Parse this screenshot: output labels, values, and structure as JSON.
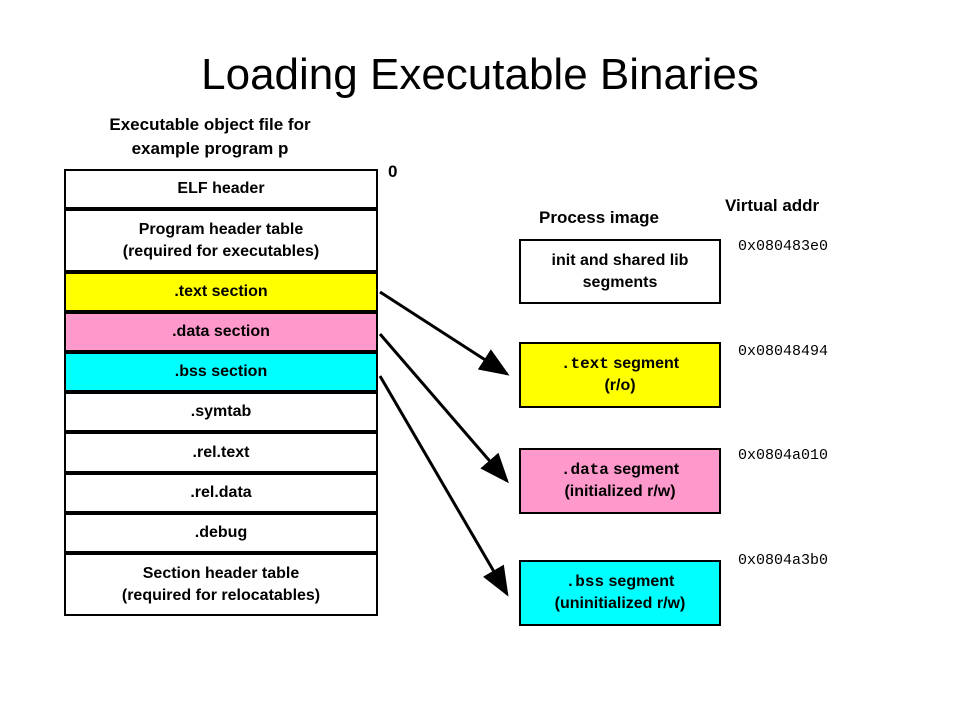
{
  "title": "Loading Executable Binaries",
  "left_caption": {
    "line1": "Executable object file for",
    "line2": "example program p"
  },
  "zero_label": "0",
  "process_image_label": "Process image",
  "virtual_addr_label": "Virtual addr",
  "file_sections": [
    {
      "lines": [
        "ELF header"
      ],
      "color": "#ffffff"
    },
    {
      "lines": [
        "Program header table",
        "(required for executables)"
      ],
      "color": "#ffffff"
    },
    {
      "lines": [
        ".text section"
      ],
      "color": "#ffff00"
    },
    {
      "lines": [
        ".data section"
      ],
      "color": "#ff99cc"
    },
    {
      "lines": [
        ".bss section"
      ],
      "color": "#00ffff"
    },
    {
      "lines": [
        ".symtab"
      ],
      "color": "#ffffff"
    },
    {
      "lines": [
        ".rel.text"
      ],
      "color": "#ffffff"
    },
    {
      "lines": [
        ".rel.data"
      ],
      "color": "#ffffff"
    },
    {
      "lines": [
        ".debug"
      ],
      "color": "#ffffff"
    },
    {
      "lines": [
        "Section header table",
        "(required for relocatables)"
      ],
      "color": "#ffffff"
    }
  ],
  "segments": [
    {
      "line1": "init and shared lib",
      "line2": "segments",
      "color": "#ffffff"
    },
    {
      "code": ".text",
      "line1_rest": " segment",
      "line2": "(r/o)",
      "color": "#ffff00"
    },
    {
      "code": ".data",
      "line1_rest": " segment",
      "line2": "(initialized r/w)",
      "color": "#ff99cc"
    },
    {
      "code": ".bss",
      "line1_rest": " segment",
      "line2": "(uninitialized r/w)",
      "color": "#00ffff"
    }
  ],
  "addresses": [
    "0x080483e0",
    "0x08048494",
    "0x0804a010",
    "0x0804a3b0"
  ]
}
